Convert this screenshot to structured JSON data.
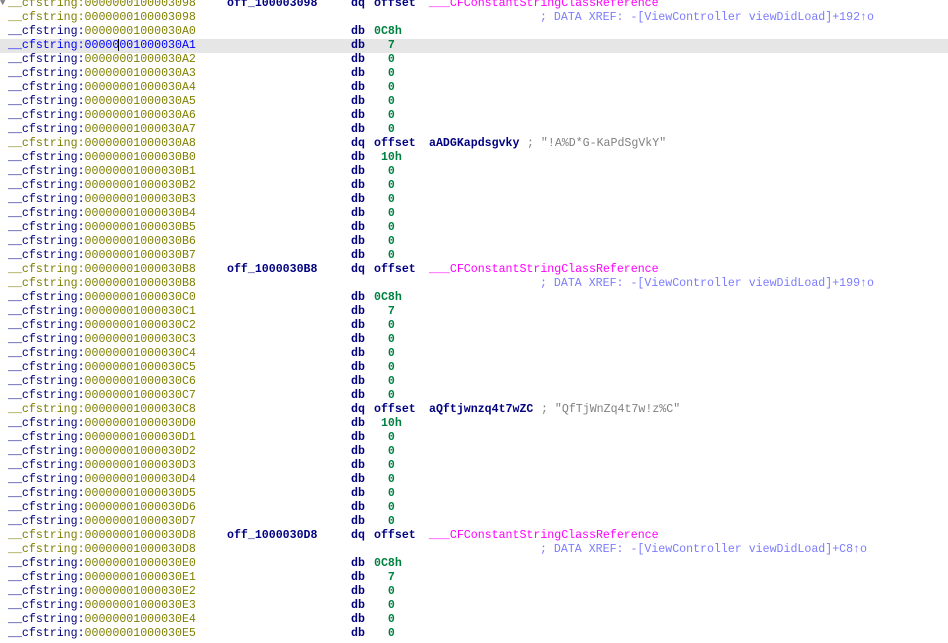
{
  "lines": [
    {
      "seg": "__cfstring",
      "sep": ":",
      "addr": "0000000100003098",
      "style": "olive",
      "fold": "▼",
      "label": "off_100003098",
      "mnem": "dq",
      "op": "offset",
      "sym": "___CFConstantStringClassReference"
    },
    {
      "seg": "__cfstring",
      "sep": ":",
      "addr": "0000000100003098",
      "style": "olive",
      "xref": "; DATA XREF: -[ViewController viewDidLoad]+192↑o"
    },
    {
      "seg": "__cfstring",
      "sep": ":",
      "addr": "00000001000030A0",
      "mnem": "db",
      "val": "0C8h"
    },
    {
      "seg": "__cfstring",
      "sep": ":",
      "addr": "00000001000030A1",
      "selected": true,
      "mnem": "db",
      "val": "  7"
    },
    {
      "seg": "__cfstring",
      "sep": ":",
      "addr": "00000001000030A2",
      "mnem": "db",
      "val": "  0"
    },
    {
      "seg": "__cfstring",
      "sep": ":",
      "addr": "00000001000030A3",
      "mnem": "db",
      "val": "  0"
    },
    {
      "seg": "__cfstring",
      "sep": ":",
      "addr": "00000001000030A4",
      "mnem": "db",
      "val": "  0"
    },
    {
      "seg": "__cfstring",
      "sep": ":",
      "addr": "00000001000030A5",
      "mnem": "db",
      "val": "  0"
    },
    {
      "seg": "__cfstring",
      "sep": ":",
      "addr": "00000001000030A6",
      "mnem": "db",
      "val": "  0"
    },
    {
      "seg": "__cfstring",
      "sep": ":",
      "addr": "00000001000030A7",
      "mnem": "db",
      "val": "  0"
    },
    {
      "seg": "__cfstring",
      "sep": ":",
      "addr": "00000001000030A8",
      "style": "olive",
      "mnem": "dq",
      "op": "offset",
      "str": "aADGKapdsgvky",
      "comment": "; \"!A%D*G-KaPdSgVkY\""
    },
    {
      "seg": "__cfstring",
      "sep": ":",
      "addr": "00000001000030B0",
      "mnem": "db",
      "val": " 10h"
    },
    {
      "seg": "__cfstring",
      "sep": ":",
      "addr": "00000001000030B1",
      "mnem": "db",
      "val": "  0"
    },
    {
      "seg": "__cfstring",
      "sep": ":",
      "addr": "00000001000030B2",
      "mnem": "db",
      "val": "  0"
    },
    {
      "seg": "__cfstring",
      "sep": ":",
      "addr": "00000001000030B3",
      "mnem": "db",
      "val": "  0"
    },
    {
      "seg": "__cfstring",
      "sep": ":",
      "addr": "00000001000030B4",
      "mnem": "db",
      "val": "  0"
    },
    {
      "seg": "__cfstring",
      "sep": ":",
      "addr": "00000001000030B5",
      "mnem": "db",
      "val": "  0"
    },
    {
      "seg": "__cfstring",
      "sep": ":",
      "addr": "00000001000030B6",
      "mnem": "db",
      "val": "  0"
    },
    {
      "seg": "__cfstring",
      "sep": ":",
      "addr": "00000001000030B7",
      "mnem": "db",
      "val": "  0"
    },
    {
      "seg": "__cfstring",
      "sep": ":",
      "addr": "00000001000030B8",
      "style": "olive",
      "label": "off_1000030B8",
      "mnem": "dq",
      "op": "offset",
      "sym": "___CFConstantStringClassReference"
    },
    {
      "seg": "__cfstring",
      "sep": ":",
      "addr": "00000001000030B8",
      "style": "olive",
      "xref": "; DATA XREF: -[ViewController viewDidLoad]+199↑o"
    },
    {
      "seg": "__cfstring",
      "sep": ":",
      "addr": "00000001000030C0",
      "mnem": "db",
      "val": "0C8h"
    },
    {
      "seg": "__cfstring",
      "sep": ":",
      "addr": "00000001000030C1",
      "mnem": "db",
      "val": "  7"
    },
    {
      "seg": "__cfstring",
      "sep": ":",
      "addr": "00000001000030C2",
      "mnem": "db",
      "val": "  0"
    },
    {
      "seg": "__cfstring",
      "sep": ":",
      "addr": "00000001000030C3",
      "mnem": "db",
      "val": "  0"
    },
    {
      "seg": "__cfstring",
      "sep": ":",
      "addr": "00000001000030C4",
      "mnem": "db",
      "val": "  0"
    },
    {
      "seg": "__cfstring",
      "sep": ":",
      "addr": "00000001000030C5",
      "mnem": "db",
      "val": "  0"
    },
    {
      "seg": "__cfstring",
      "sep": ":",
      "addr": "00000001000030C6",
      "mnem": "db",
      "val": "  0"
    },
    {
      "seg": "__cfstring",
      "sep": ":",
      "addr": "00000001000030C7",
      "mnem": "db",
      "val": "  0"
    },
    {
      "seg": "__cfstring",
      "sep": ":",
      "addr": "00000001000030C8",
      "style": "olive",
      "mnem": "dq",
      "op": "offset",
      "str": "aQftjwnzq4t7wZC",
      "comment": "; \"QfTjWnZq4t7w!z%C\""
    },
    {
      "seg": "__cfstring",
      "sep": ":",
      "addr": "00000001000030D0",
      "mnem": "db",
      "val": " 10h"
    },
    {
      "seg": "__cfstring",
      "sep": ":",
      "addr": "00000001000030D1",
      "mnem": "db",
      "val": "  0"
    },
    {
      "seg": "__cfstring",
      "sep": ":",
      "addr": "00000001000030D2",
      "mnem": "db",
      "val": "  0"
    },
    {
      "seg": "__cfstring",
      "sep": ":",
      "addr": "00000001000030D3",
      "mnem": "db",
      "val": "  0"
    },
    {
      "seg": "__cfstring",
      "sep": ":",
      "addr": "00000001000030D4",
      "mnem": "db",
      "val": "  0"
    },
    {
      "seg": "__cfstring",
      "sep": ":",
      "addr": "00000001000030D5",
      "mnem": "db",
      "val": "  0"
    },
    {
      "seg": "__cfstring",
      "sep": ":",
      "addr": "00000001000030D6",
      "mnem": "db",
      "val": "  0"
    },
    {
      "seg": "__cfstring",
      "sep": ":",
      "addr": "00000001000030D7",
      "mnem": "db",
      "val": "  0"
    },
    {
      "seg": "__cfstring",
      "sep": ":",
      "addr": "00000001000030D8",
      "style": "olive",
      "label": "off_1000030D8",
      "mnem": "dq",
      "op": "offset",
      "sym": "___CFConstantStringClassReference"
    },
    {
      "seg": "__cfstring",
      "sep": ":",
      "addr": "00000001000030D8",
      "style": "olive",
      "xref": "; DATA XREF: -[ViewController viewDidLoad]+C8↑o"
    },
    {
      "seg": "__cfstring",
      "sep": ":",
      "addr": "00000001000030E0",
      "mnem": "db",
      "val": "0C8h"
    },
    {
      "seg": "__cfstring",
      "sep": ":",
      "addr": "00000001000030E1",
      "mnem": "db",
      "val": "  7"
    },
    {
      "seg": "__cfstring",
      "sep": ":",
      "addr": "00000001000030E2",
      "mnem": "db",
      "val": "  0"
    },
    {
      "seg": "__cfstring",
      "sep": ":",
      "addr": "00000001000030E3",
      "mnem": "db",
      "val": "  0"
    },
    {
      "seg": "__cfstring",
      "sep": ":",
      "addr": "00000001000030E4",
      "mnem": "db",
      "val": "  0"
    },
    {
      "seg": "__cfstring",
      "sep": ":",
      "addr": "00000001000030E5",
      "mnem": "db",
      "val": "  0"
    }
  ]
}
